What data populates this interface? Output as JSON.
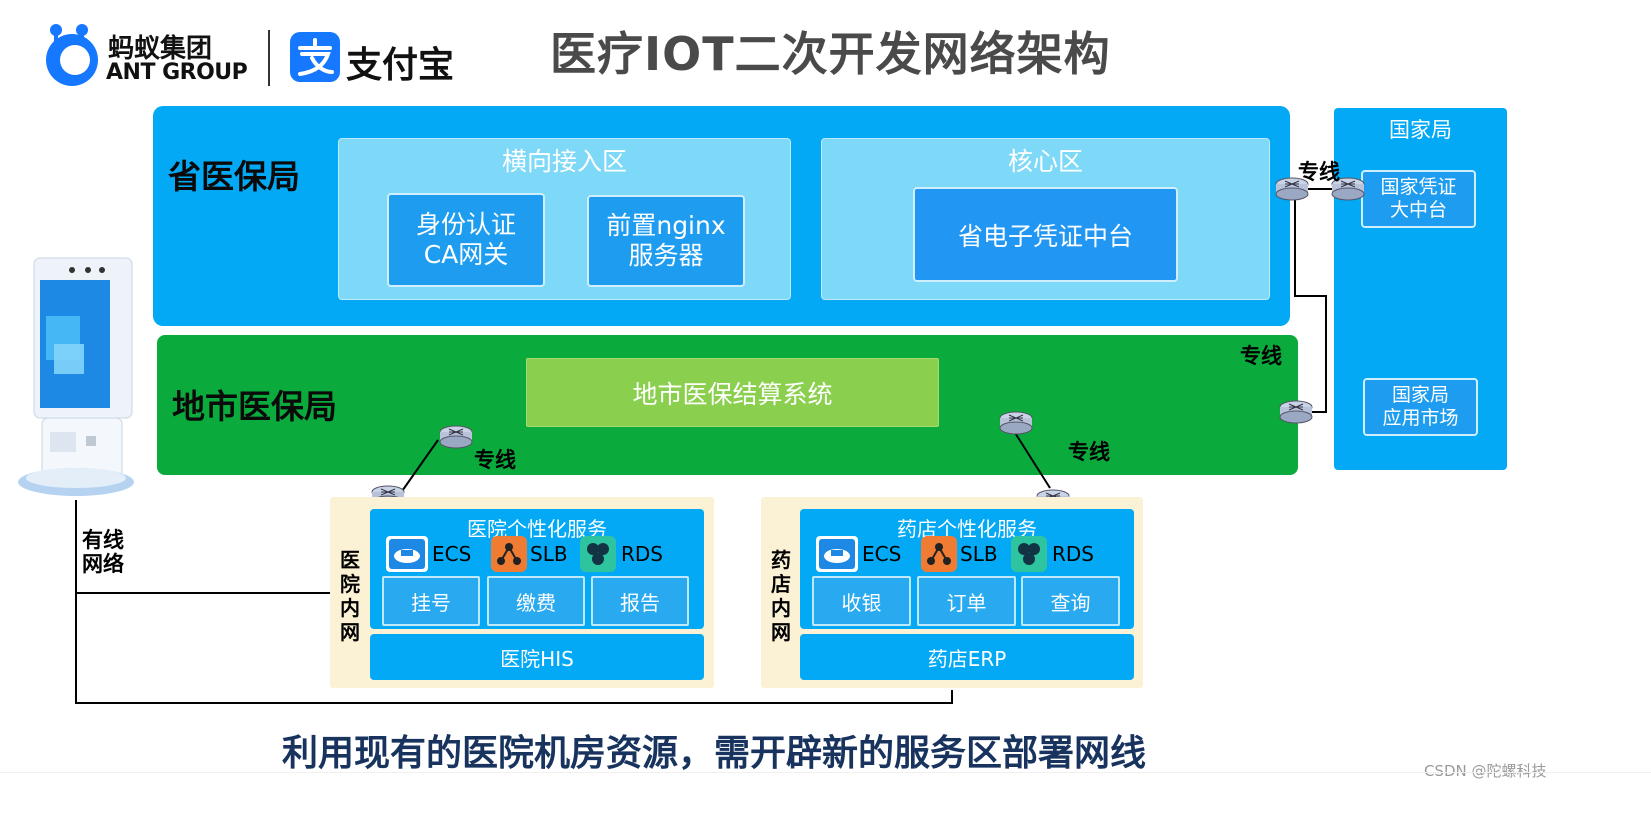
{
  "header": {
    "ant_cn": "蚂蚁集团",
    "ant_en": "ANT GROUP",
    "alipay": "支付宝",
    "title": "医疗IOT二次开发网络架构"
  },
  "province": {
    "label": "省医保局",
    "access_zone": {
      "title": "横向接入区",
      "box1": [
        "身份认证",
        "CA网关"
      ],
      "box2": [
        "前置nginx",
        "服务器"
      ]
    },
    "core_zone": {
      "title": "核心区",
      "box": "省电子凭证中台"
    }
  },
  "national": {
    "title": "国家局",
    "box1": [
      "国家凭证",
      "大中台"
    ],
    "box2": [
      "国家局",
      "应用市场"
    ]
  },
  "city": {
    "label": "地市医保局",
    "system": "地市医保结算系统"
  },
  "lines": {
    "dedicated1": "专线",
    "dedicated2": "专线",
    "dedicated3": "专线",
    "dedicated4": "专线",
    "wired": [
      "有线",
      "网络"
    ]
  },
  "hospital": {
    "side_label": [
      "医",
      "院",
      "内",
      "网"
    ],
    "service_title": "医院个性化服务",
    "icons": [
      "ECS",
      "SLB",
      "RDS"
    ],
    "cells": [
      "挂号",
      "缴费",
      "报告"
    ],
    "system": "医院HIS"
  },
  "pharmacy": {
    "side_label": [
      "药",
      "店",
      "内",
      "网"
    ],
    "service_title": "药店个性化服务",
    "icons": [
      "ECS",
      "SLB",
      "RDS"
    ],
    "cells": [
      "收银",
      "订单",
      "查询"
    ],
    "system": "药店ERP"
  },
  "caption": "利用现有的医院机房资源，需开辟新的服务区部署网线",
  "watermark": "CSDN @陀螺科技",
  "colors": {
    "province_blue": "#03a9f4",
    "city_green": "#0aab3c",
    "system_green": "#8bcf4e",
    "caption_navy": "#17335e"
  }
}
